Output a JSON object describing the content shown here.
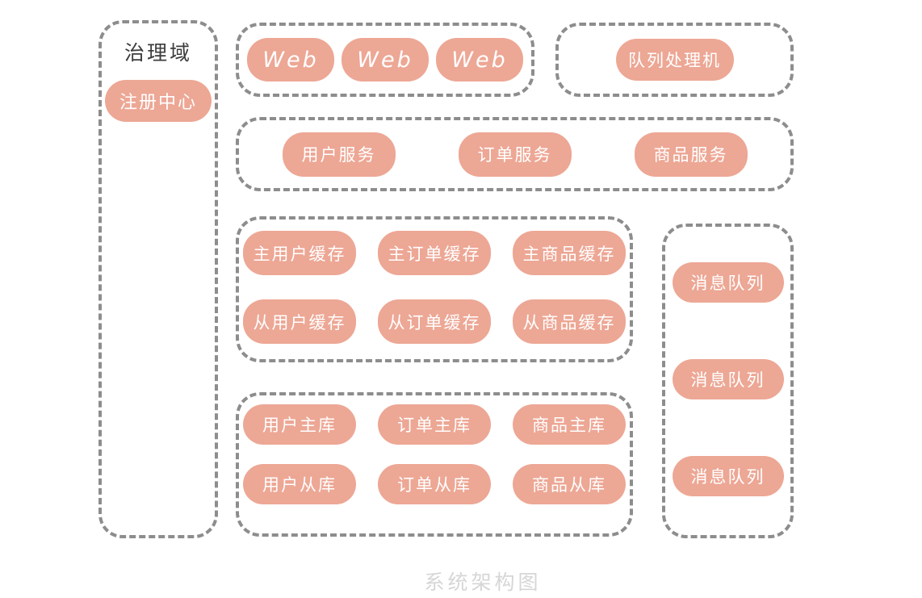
{
  "title": "系统架构图",
  "colors": {
    "node_fill": "#eda795",
    "node_text": "#ffffff",
    "dash_border": "#8d8d8d",
    "group_label": "#3c3c3c",
    "title_text": "#d6d6d6"
  },
  "groups": {
    "governance": {
      "label": "治理域",
      "nodes": [
        "注册中心"
      ]
    },
    "web": {
      "nodes": [
        "Web",
        "Web",
        "Web"
      ]
    },
    "queue_processor": {
      "nodes": [
        "队列处理机"
      ]
    },
    "services": {
      "nodes": [
        "用户服务",
        "订单服务",
        "商品服务"
      ]
    },
    "cache": {
      "rows": [
        [
          "主用户缓存",
          "主订单缓存",
          "主商品缓存"
        ],
        [
          "从用户缓存",
          "从订单缓存",
          "从商品缓存"
        ]
      ]
    },
    "database": {
      "rows": [
        [
          "用户主库",
          "订单主库",
          "商品主库"
        ],
        [
          "用户从库",
          "订单从库",
          "商品从库"
        ]
      ]
    },
    "message_queue": {
      "nodes": [
        "消息队列",
        "消息队列",
        "消息队列"
      ]
    }
  }
}
